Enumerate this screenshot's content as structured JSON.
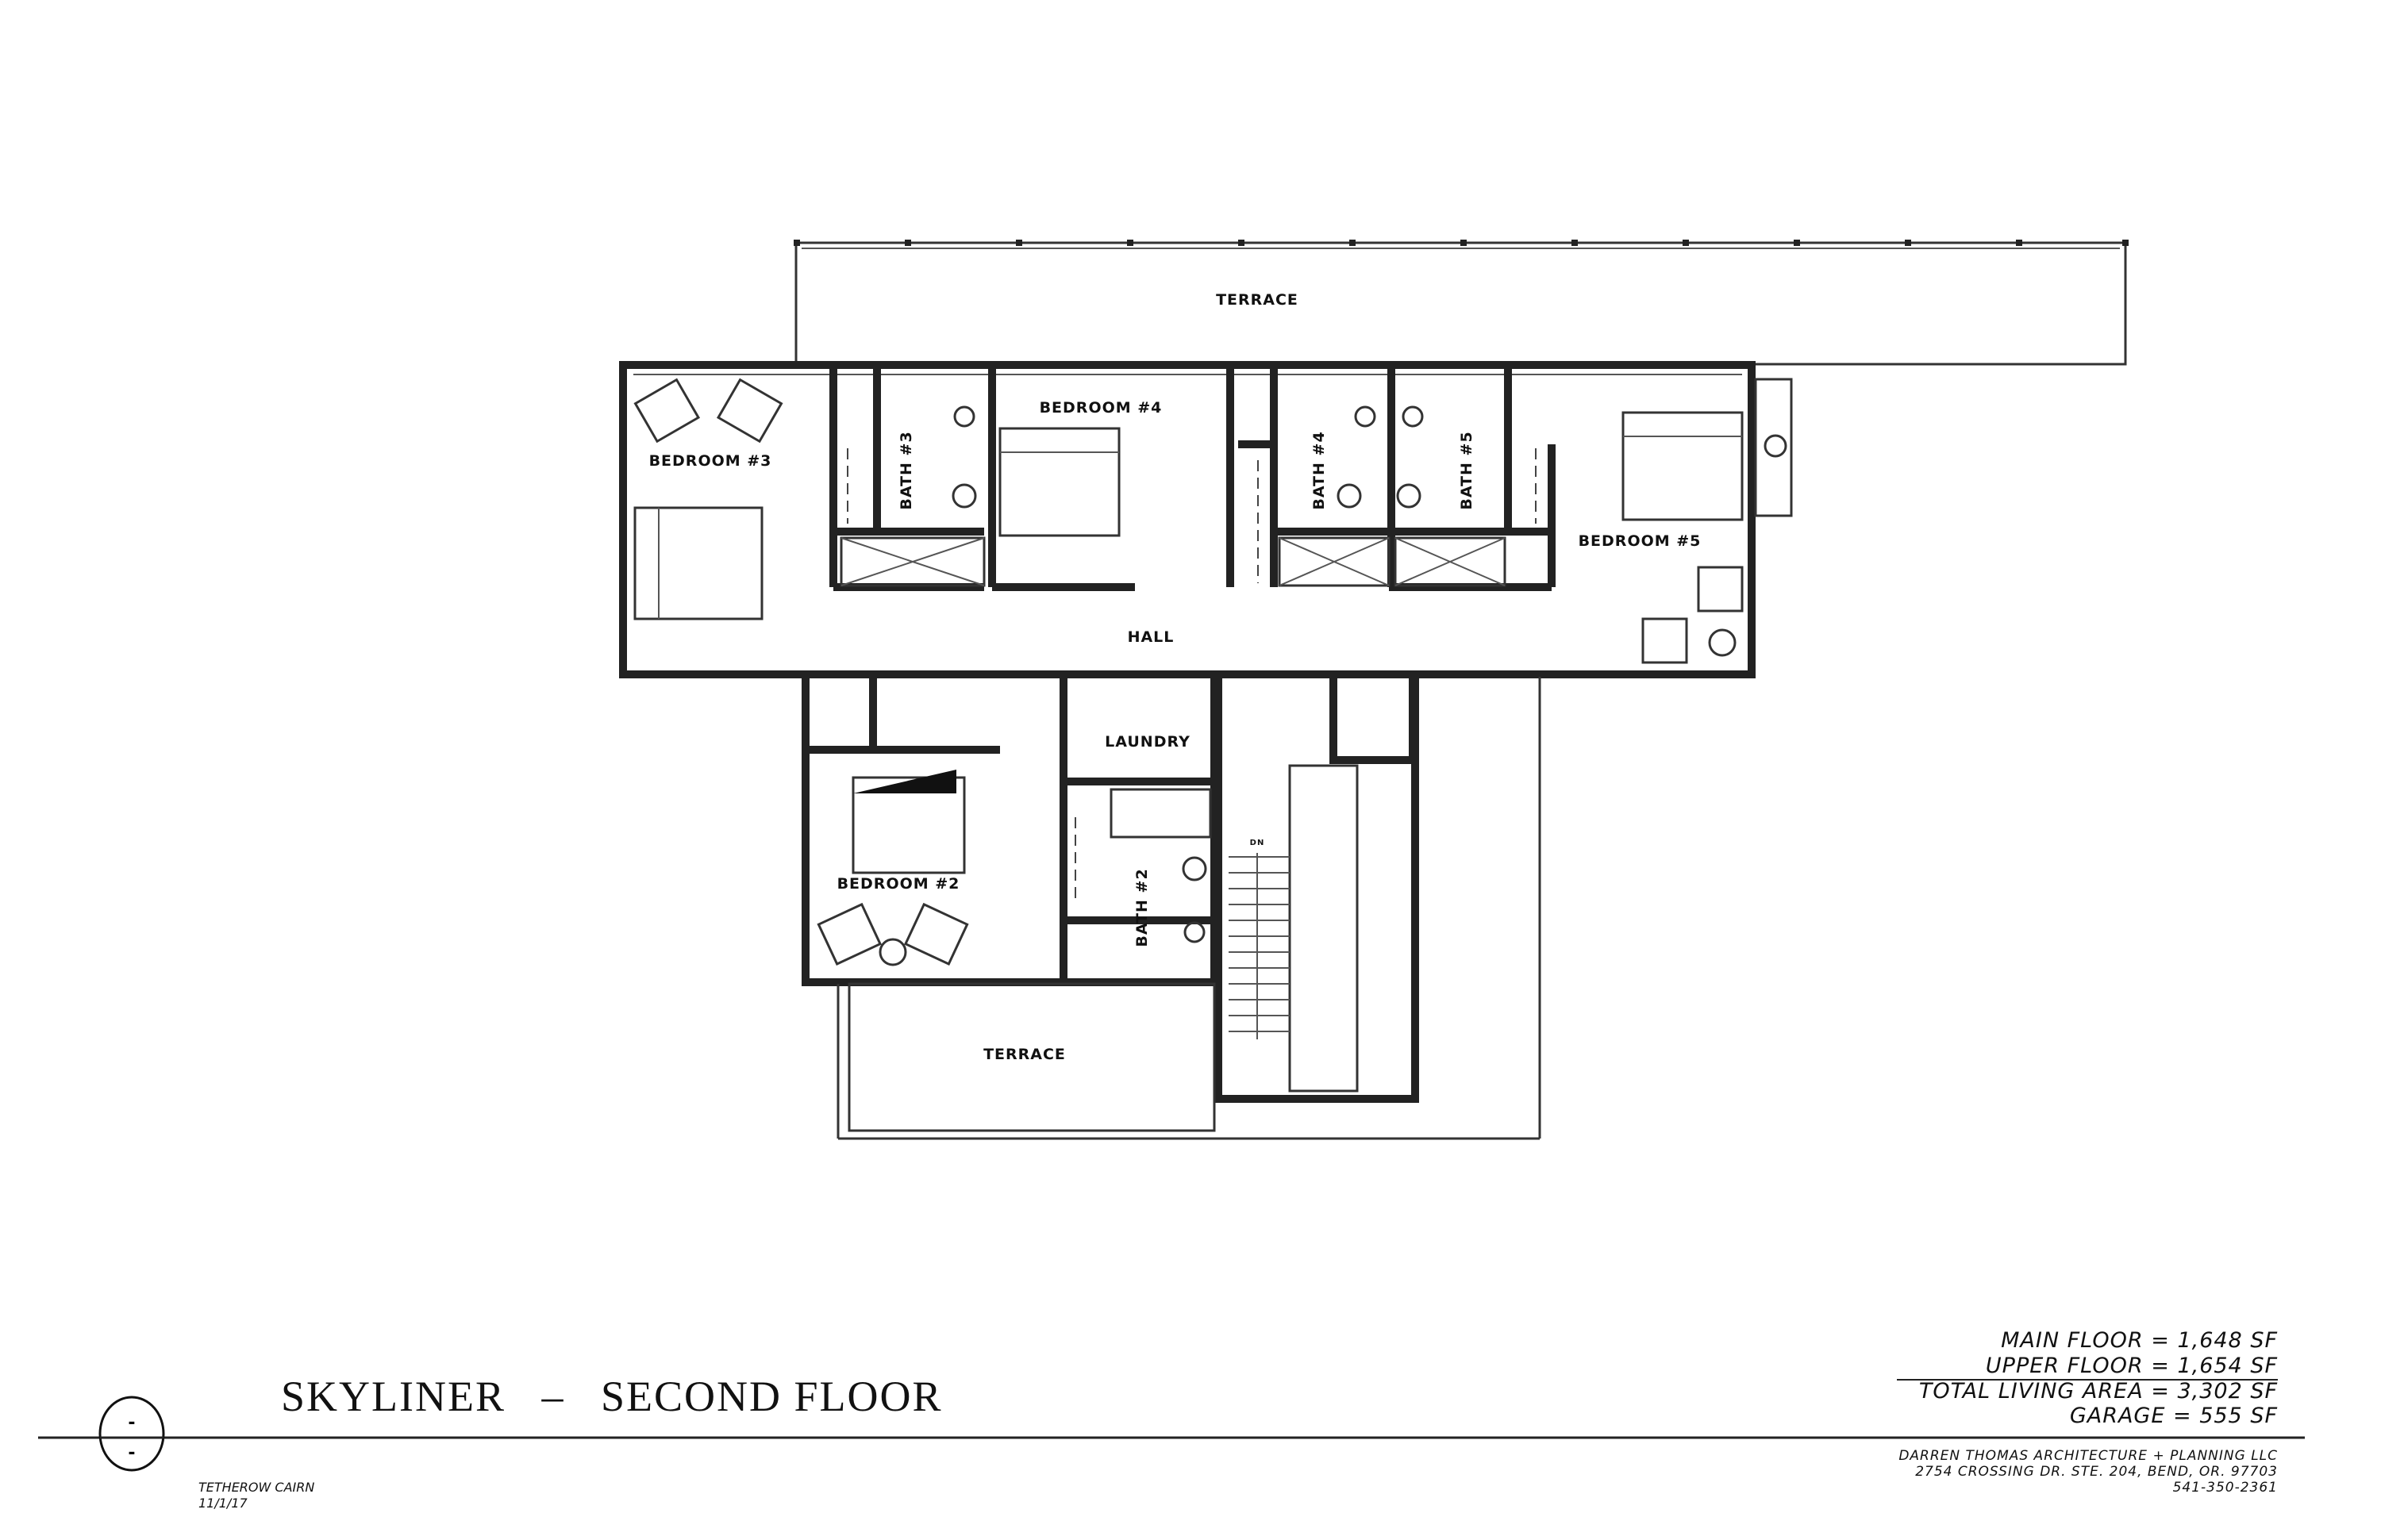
{
  "title": {
    "project": "SKYLINER",
    "separator": "–",
    "sheet": "SECOND FLOOR"
  },
  "rooms": {
    "terrace_upper": "TERRACE",
    "bedroom3": "BEDROOM #3",
    "bath3": "BATH #3",
    "bedroom4": "BEDROOM #4",
    "bath4": "BATH #4",
    "bath5": "BATH #5",
    "bedroom5": "BEDROOM #5",
    "hall": "HALL",
    "laundry": "LAUNDRY",
    "bedroom2": "BEDROOM #2",
    "bath2": "BATH #2",
    "terrace_lower": "TERRACE",
    "stair_dn": "DN"
  },
  "areas": {
    "main_floor": "MAIN FLOOR = 1,648 SF",
    "upper_floor": "UPPER FLOOR = 1,654 SF",
    "total": "TOTAL LIVING AREA = 3,302 SF",
    "garage": "GARAGE = 555 SF"
  },
  "firm": {
    "name": "DARREN THOMAS ARCHITECTURE + PLANNING LLC",
    "address": "2754 CROSSING DR. STE. 204, BEND, OR. 97703",
    "phone": "541-350-2361"
  },
  "project_info": {
    "name": "TETHEROW CAIRN",
    "date": "11/1/17"
  },
  "sheet_marker": {
    "top": "-",
    "bottom": "-"
  }
}
